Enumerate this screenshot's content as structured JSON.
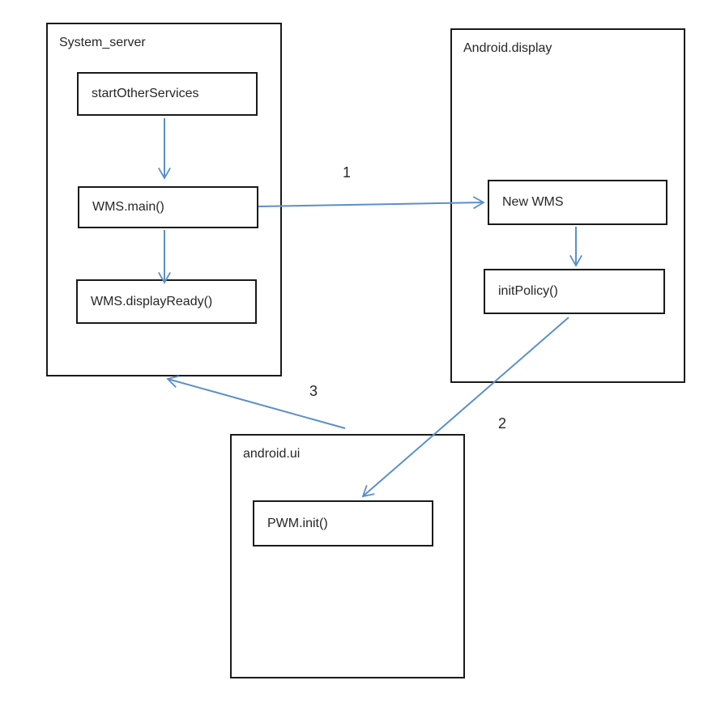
{
  "colors": {
    "background": "#ffffff",
    "border": "#1a1a1a",
    "text": "#262626",
    "arrow": "#5b8fc9"
  },
  "containers": [
    {
      "label": "System_server"
    },
    {
      "label": "Android.display"
    },
    {
      "label": "android.ui"
    }
  ],
  "boxes": [
    {
      "label": "startOtherServices"
    },
    {
      "label": "WMS.main()"
    },
    {
      "label": "WMS.displayReady()"
    },
    {
      "label": "New WMS"
    },
    {
      "label": "initPolicy()"
    },
    {
      "label": "PWM.init()"
    }
  ],
  "arrows": [
    {
      "label": "",
      "from": "startOtherServices",
      "to": "WMS.main()"
    },
    {
      "label": "1",
      "from": "WMS.main()",
      "to": "New WMS"
    },
    {
      "label": "",
      "from": "WMS.main()",
      "to": "WMS.displayReady()"
    },
    {
      "label": "",
      "from": "New WMS",
      "to": "initPolicy()"
    },
    {
      "label": "2",
      "from": "initPolicy()",
      "to": "PWM.init()"
    },
    {
      "label": "3",
      "from": "android.ui",
      "to": "System_server"
    }
  ]
}
